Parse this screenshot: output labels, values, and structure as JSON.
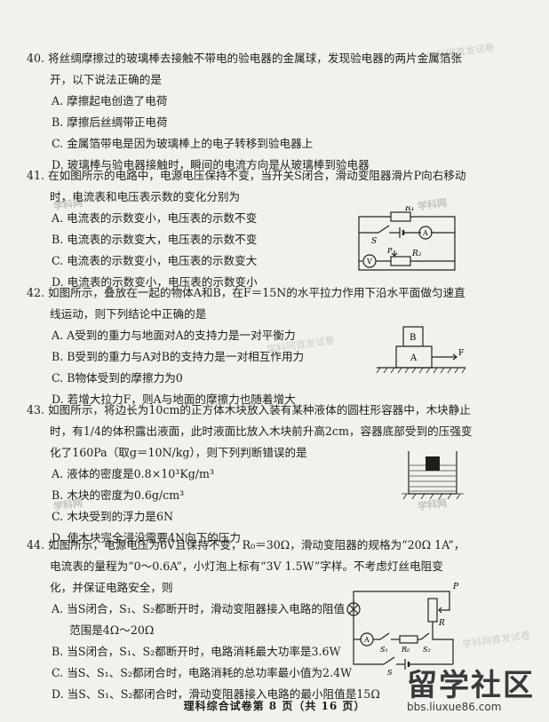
{
  "q40": {
    "line1": "40. 将丝绸摩擦过的玻璃棒去接触不带电的验电器的金属球，发现验电器的两片金属箔张",
    "line2": "开，以下说法正确的是",
    "options": [
      "A.  摩擦起电创造了电荷",
      "B.  摩擦后丝绸带正电荷",
      "C.  金属箔带电是因为玻璃棒上的电子转移到验电器上",
      "D.  玻璃棒与验电器接触时，瞬间的电流方向是从玻璃棒到验电器"
    ]
  },
  "q41": {
    "line1": "41. 在如图所示的电路中，电源电压保持不变，当开关S闭合，滑动变阻器滑片P向右移动",
    "line2": "时，电流表和电压表示数的变化分别为",
    "options": [
      "A.  电流表的示数变小，电压表的示数不变",
      "B.  电流表的示数变大，电压表的示数不变",
      "C.  电流表的示数变小，电压表的示数变大",
      "D.  电流表的示数变小，电压表的示数变小"
    ],
    "figure": {
      "r1": "R₁",
      "r2": "R₂",
      "s": "S",
      "p": "P",
      "ammeter": "A",
      "voltmeter": "V"
    }
  },
  "q42": {
    "line1": "42. 如图所示，叠放在一起的物体A和B，在F＝15N的水平拉力作用下沿水平面做匀速直",
    "line2": "线运动，则下列结论中正确的是",
    "options": [
      "A.  A受到的重力与地面对A的支持力是一对平衡力",
      "B.  B受到的重力与A对B的支持力是一对相互作用力",
      "C.  B物体受到的摩擦力为0",
      "D.  若增大拉力F，则A与地面的摩擦力也随着增大"
    ],
    "figure": {
      "a": "A",
      "b": "B",
      "f": "F"
    }
  },
  "q43": {
    "line1": "43. 如图所示，将边长为10cm的正方体木块放入装有某种液体的圆柱形容器中，木块静止",
    "line2": "时，有1/4的体积露出液面，此时液面比放入木块前升高2cm，容器底部受到的压强变",
    "line3": "化了160Pa（取g＝10N/kg），则下列判断错误的是",
    "options": [
      "A.  液体的密度是0.8×10³Kg/m³",
      "B.  木块的密度为0.6g/cm³",
      "C.  木块受到的浮力是6N",
      "D.  使木块完全浸没需要4N向下的压力"
    ]
  },
  "q44": {
    "line1": "44. 如图所示，电源电压为6V且保持不变，R₀＝30Ω，滑动变阻器的规格为“20Ω   1A”，",
    "line2": "电流表的量程为“0～0.6A”，小灯泡上标有“3V   1.5W”字样。不考虑灯丝电阻变",
    "line3": "化，并保证电路安全，则",
    "options": [
      "A.  当S闭合，S₁、S₂都断开时，滑动变阻器接入电路的阻值",
      "范围是4Ω～20Ω",
      "B.  当S闭合，S₁、S₂都断开时，电路消耗最大功率是3.6W",
      "C.  当S、S₁、S₂都闭合时，电路消耗的总功率最小值为2.4W",
      "D.  当S、S₁、S₂都闭合时，滑动变阻器接入电路的最小阻值是15Ω"
    ],
    "figure": {
      "p": "P",
      "r": "R",
      "r0": "R₀",
      "s1": "S₁",
      "s2": "S₂",
      "s": "S",
      "ammeter": "A"
    }
  },
  "footer": "理科综合试卷第 8 页（共 16 页）",
  "brand": {
    "name": "留学社区",
    "url": "bbs.liuxue86.com"
  },
  "watermarks": [
    "学科网首发试卷",
    "学科网"
  ]
}
